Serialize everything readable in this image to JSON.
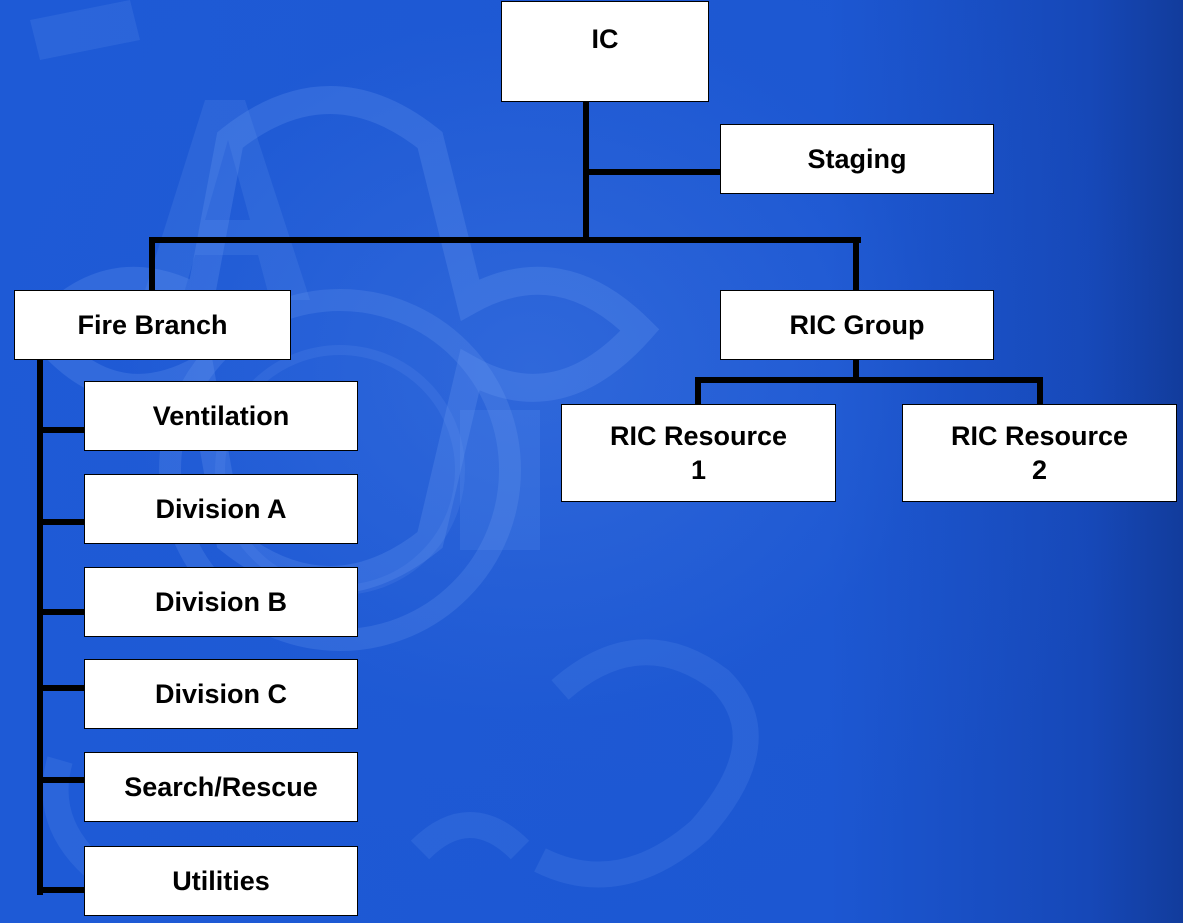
{
  "diagram": {
    "nodes": {
      "ic": "IC",
      "staging": "Staging",
      "fire_branch": "Fire Branch",
      "ric_group": "RIC Group",
      "ric_resource_1": "RIC Resource\n1",
      "ric_resource_2": "RIC Resource\n2",
      "ventilation": "Ventilation",
      "division_a": "Division A",
      "division_b": "Division B",
      "division_c": "Division C",
      "search_rescue": "Search/Rescue",
      "utilities": "Utilities"
    },
    "edges": [
      [
        "ic",
        "staging"
      ],
      [
        "ic",
        "fire_branch"
      ],
      [
        "ic",
        "ric_group"
      ],
      [
        "ric_group",
        "ric_resource_1"
      ],
      [
        "ric_group",
        "ric_resource_2"
      ],
      [
        "fire_branch",
        "ventilation"
      ],
      [
        "fire_branch",
        "division_a"
      ],
      [
        "fire_branch",
        "division_b"
      ],
      [
        "fire_branch",
        "division_c"
      ],
      [
        "fire_branch",
        "search_rescue"
      ],
      [
        "fire_branch",
        "utilities"
      ]
    ]
  },
  "background": {
    "colors": {
      "base": "#1c57d2",
      "edge": "#123c9c"
    },
    "watermark_icon": "maltese-cross-emblem-icon"
  }
}
